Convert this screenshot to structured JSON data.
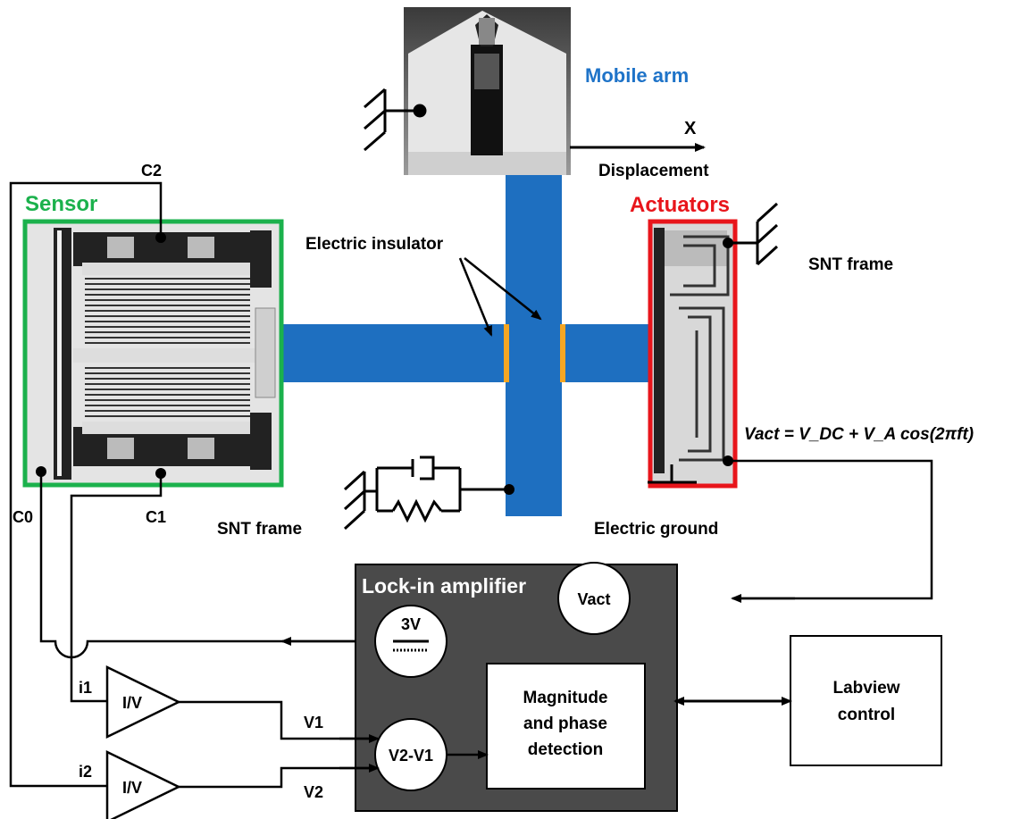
{
  "labels": {
    "mobile_arm": "Mobile arm",
    "x_axis": "X",
    "displacement": "Displacement",
    "sensor": "Sensor",
    "actuators": "Actuators",
    "electric_insulator": "Electric insulator",
    "snt_frame_right": "SNT frame",
    "snt_frame_left": "SNT frame",
    "electric_ground": "Electric ground",
    "c0": "C0",
    "c1": "C1",
    "c2": "C2",
    "i1": "i1",
    "i2": "i2",
    "v1": "V1",
    "v2": "V2",
    "equation": "Vact = V_DC + V_A cos(2πft)",
    "lock_in_title": "Lock-in amplifier",
    "vact": "Vact",
    "three_v": "3V",
    "v2_v1": "V2-V1",
    "iv_top": "I/V",
    "iv_bottom": "I/V",
    "mag_line1": "Magnitude",
    "mag_line2": "and phase",
    "mag_line3": "detection",
    "labview_line1": "Labview",
    "labview_line2": "control"
  },
  "colors": {
    "beam_blue": "#1e6fc0",
    "sensor_green": "#1bb14c",
    "actuator_red": "#e8151b",
    "mobile_arm_text": "#1e73c8",
    "insulator_orange": "#f5a623",
    "amp_gray": "#4a4a4a"
  }
}
